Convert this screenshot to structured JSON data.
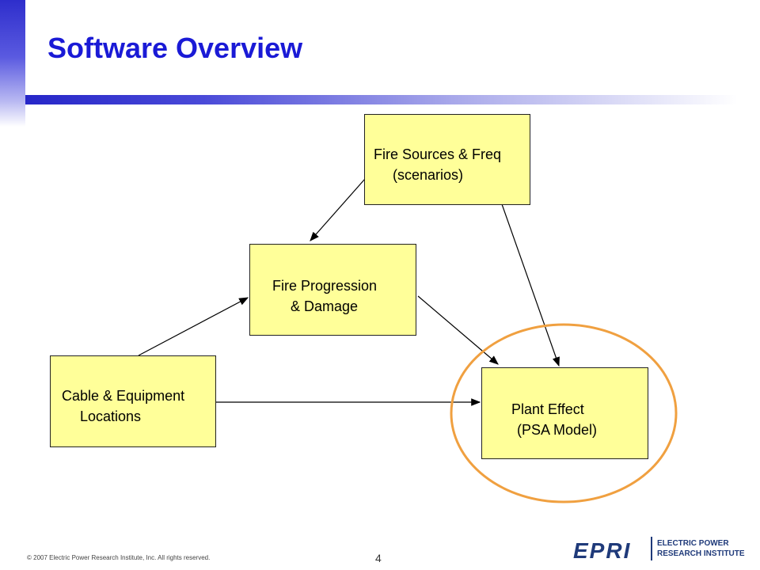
{
  "slide": {
    "title": "Software Overview",
    "page_number": "4",
    "copyright": "© 2007 Electric Power Research Institute, Inc. All rights reserved."
  },
  "diagram": {
    "nodes": {
      "fire_sources": {
        "line1": "Fire Sources & Freq",
        "line2": "(scenarios)"
      },
      "fire_progression": {
        "line1": "Fire Progression",
        "line2": "& Damage"
      },
      "cable_equipment": {
        "line1": "Cable & Equipment",
        "line2": "Locations"
      },
      "plant_effect": {
        "line1": "Plant Effect",
        "line2": "(PSA Model)"
      }
    },
    "edges": [
      {
        "from": "fire_sources",
        "to": "fire_progression"
      },
      {
        "from": "fire_sources",
        "to": "plant_effect"
      },
      {
        "from": "cable_equipment",
        "to": "fire_progression"
      },
      {
        "from": "cable_equipment",
        "to": "plant_effect"
      },
      {
        "from": "fire_progression",
        "to": "plant_effect"
      }
    ],
    "highlight": {
      "target": "plant_effect",
      "shape": "ellipse",
      "color": "#f0a040"
    },
    "box_fill": "#ffff99"
  },
  "logo": {
    "mark": "EPRI",
    "text_line1": "ELECTRIC POWER",
    "text_line2": "RESEARCH INSTITUTE"
  },
  "colors": {
    "title": "#1a1ad6",
    "accent_bar": "#2626c8",
    "highlight": "#f0a040"
  }
}
